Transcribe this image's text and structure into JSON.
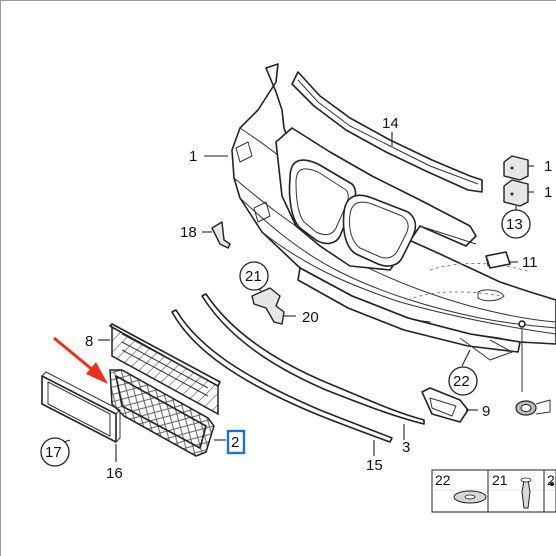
{
  "callouts": {
    "c1": "1",
    "c14": "14",
    "c18": "18",
    "c21": "21",
    "c20": "20",
    "c8": "8",
    "c2": "2",
    "c17": "17",
    "c16": "16",
    "c15": "15",
    "c3": "3",
    "c9": "9",
    "c22": "22",
    "c11": "11",
    "c13": "13",
    "c1b": "1",
    "c1c": "1"
  },
  "legend": {
    "item_a": "22",
    "item_b": "21",
    "item_c": "2"
  },
  "colors": {
    "highlight_box": "#1f6fd1",
    "arrow": "#e8321e"
  }
}
